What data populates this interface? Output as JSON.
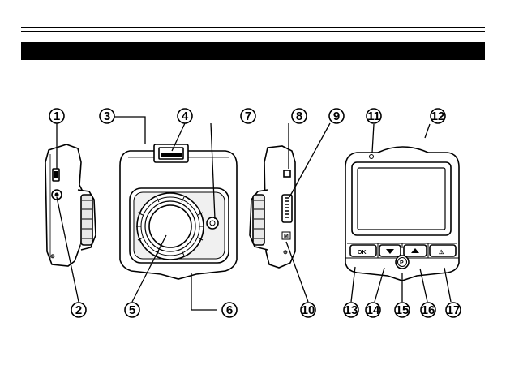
{
  "callouts": [
    "1",
    "2",
    "3",
    "4",
    "5",
    "6",
    "7",
    "8",
    "9",
    "10",
    "11",
    "12",
    "13",
    "14",
    "15",
    "16",
    "17"
  ],
  "device_marks": {
    "ok": "OK",
    "p": "P",
    "m": "M",
    "plus": "⊕",
    "warn": "⚠"
  }
}
